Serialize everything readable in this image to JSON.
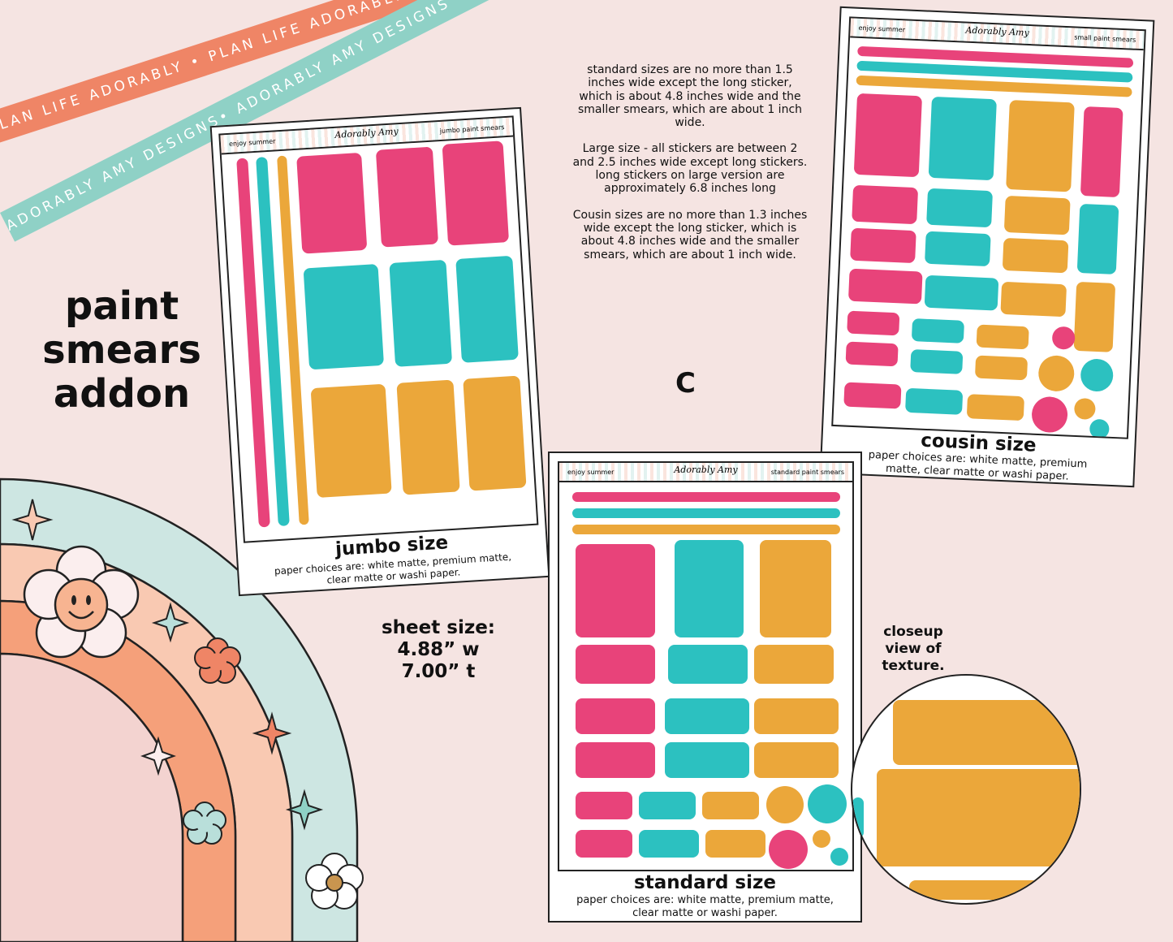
{
  "ribbons": {
    "orange": "PLAN LIFE ADORABLY • PLAN LIFE ADORABLY • PLAN LIFE ADORABLY",
    "teal": "ADORABLY AMY DESIGNS• ADORABLY AMY DESIGNS • ADORABLY AMY DESIGNS • AD"
  },
  "title": {
    "line1": "paint",
    "line2": "smears",
    "line3": "addon"
  },
  "description": {
    "p1": "standard sizes are no more than 1.5 inches wide except the long sticker, which is about 4.8 inches wide and the smaller smears, which are about 1 inch wide.",
    "p2": "Large size - all stickers are between 2 and 2.5 inches wide except long stickers. long stickers on large version are approximately 6.8 inches long",
    "p3": "Cousin sizes are no more than 1.3 inches wide except the long sticker, which is about 4.8 inches wide and the smaller smears, which are about 1 inch wide."
  },
  "option_letter": "C",
  "sheet_size": {
    "label": "sheet size:",
    "width": "4.88” w",
    "height": "7.00” t"
  },
  "closeup": {
    "label": "closeup view of texture."
  },
  "colors": {
    "pink": "#e8437a",
    "teal": "#2cc1c0",
    "gold": "#eba73a",
    "background": "#f5e4e2"
  },
  "sheets": {
    "jumbo": {
      "header_left": "enjoy summer",
      "header_logo": "Adorably Amy",
      "header_right": "jumbo paint smears",
      "size_label": "jumbo size",
      "paper_line1": "paper choices are: white matte, premium matte,",
      "paper_line2": "clear matte or washi paper."
    },
    "cousin": {
      "header_left": "enjoy summer",
      "header_logo": "Adorably Amy",
      "header_right": "small paint smears",
      "size_label": "cousin size",
      "paper_line1": "paper choices are: white matte, premium",
      "paper_line2": "matte, clear matte or washi paper."
    },
    "standard": {
      "header_left": "enjoy summer",
      "header_logo": "Adorably Amy",
      "header_right": "standard paint smears",
      "size_label": "standard size",
      "paper_line1": "paper choices are: white matte, premium matte,",
      "paper_line2": "clear matte or washi paper."
    }
  }
}
